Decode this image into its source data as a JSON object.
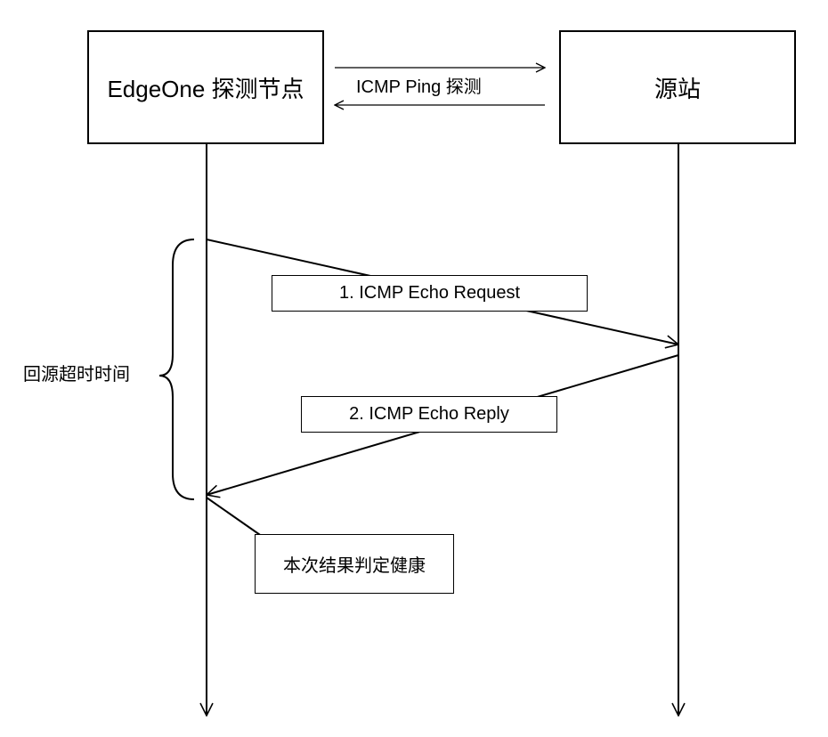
{
  "participants": {
    "left": "EdgeOne 探测节点",
    "right": "源站"
  },
  "probe": {
    "label": "ICMP Ping 探测"
  },
  "messages": {
    "request": "1. ICMP Echo Request",
    "reply": "2. ICMP Echo Reply"
  },
  "timeout_label": "回源超时时间",
  "result_note": "本次结果判定健康",
  "colors": {
    "line": "#000000",
    "background": "#ffffff"
  }
}
